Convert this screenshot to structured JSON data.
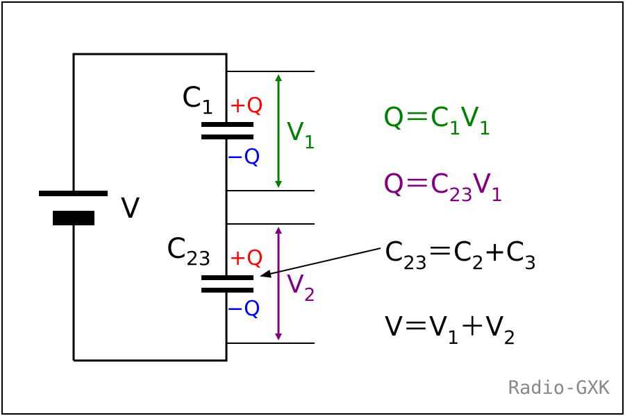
{
  "colors": {
    "wire": "#000000",
    "frame": "#000000",
    "positive": "#ff0000",
    "negative": "#0000ff",
    "v1": "#008000",
    "v2": "#800080",
    "watermark": "#888888"
  },
  "labels": {
    "battery": "V",
    "c1": {
      "main": "C",
      "sub": "1"
    },
    "c23": {
      "main": "C",
      "sub": "23"
    },
    "c1_pos": "+Q",
    "c1_neg": "−Q",
    "c23_pos": "+Q",
    "c23_neg": "−Q",
    "v1": {
      "main": "V",
      "sub": "1"
    },
    "v2": {
      "main": "V",
      "sub": "2"
    }
  },
  "equations": {
    "eq1": {
      "a": "Q＝C",
      "b": "1",
      "c": "V",
      "d": "1"
    },
    "eq2": {
      "a": "Q＝C",
      "b": "23",
      "c": "V",
      "d": "1"
    },
    "eq3": {
      "a": "C",
      "b": "23",
      "c": "＝C",
      "d": "2",
      "e": "+C",
      "f": "3"
    },
    "eq4": {
      "a": "V＝V",
      "b": "1",
      "c": "＋V",
      "d": "2"
    }
  },
  "watermark": "Radio-GXK"
}
